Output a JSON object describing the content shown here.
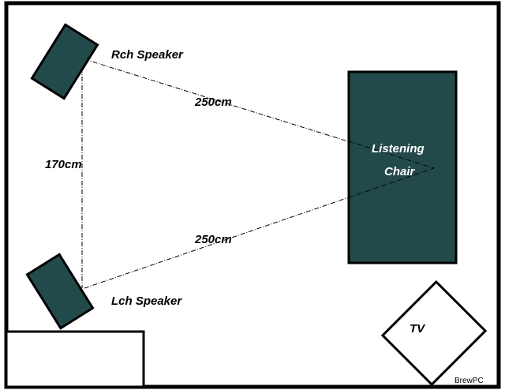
{
  "diagram": {
    "type": "room-layout",
    "colors": {
      "background": "#ffffff",
      "outline": "#000000",
      "furniture_fill": "#234a4a",
      "chair_label": "#ffffff"
    },
    "objects": {
      "right_speaker": {
        "label": "Rch Speaker"
      },
      "left_speaker": {
        "label": "Lch Speaker"
      },
      "listening_chair": {
        "label_line1": "Listening",
        "label_line2": "Chair"
      },
      "tv": {
        "label": "TV"
      },
      "cabinet": {
        "label": ""
      }
    },
    "measurements": {
      "speaker_to_speaker": "170cm",
      "right_speaker_to_chair": "250cm",
      "left_speaker_to_chair": "250cm"
    },
    "credit": "BrewPC"
  }
}
